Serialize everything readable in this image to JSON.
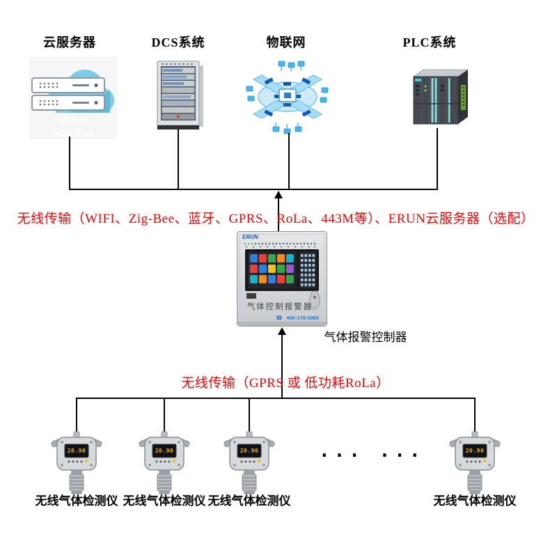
{
  "top_nodes": [
    {
      "label": "云服务器"
    },
    {
      "label": "DCS系统"
    },
    {
      "label": "物联网"
    },
    {
      "label": "PLC系统"
    }
  ],
  "cloud_icon": {
    "watermark_line1": "Cloud",
    "watermark_line2": "Services"
  },
  "links": {
    "upper_label": "无线传输（WIFI、Zig-Bee、蓝牙、GPRS、RoLa、443M等）、ERUN云服务器（选配）",
    "lower_label": "无线传输（GPRS 或 低功耗RoLa）"
  },
  "controller": {
    "brand": "ERUN",
    "panel_title": "气体控制报警器",
    "phone_icon": "☎",
    "phone": "400-178-0085",
    "caption": "气体报警控制器"
  },
  "detectors": {
    "display_value": "20.90",
    "label": "无线气体检测仪",
    "ellipsis": "...  ..."
  },
  "colors": {
    "accent_red": "#fe0000",
    "line_black": "#000000",
    "phone_blue": "#2e75c8",
    "screen_amber": "#ffb300",
    "cloud_blue": "#7ecbe8"
  }
}
